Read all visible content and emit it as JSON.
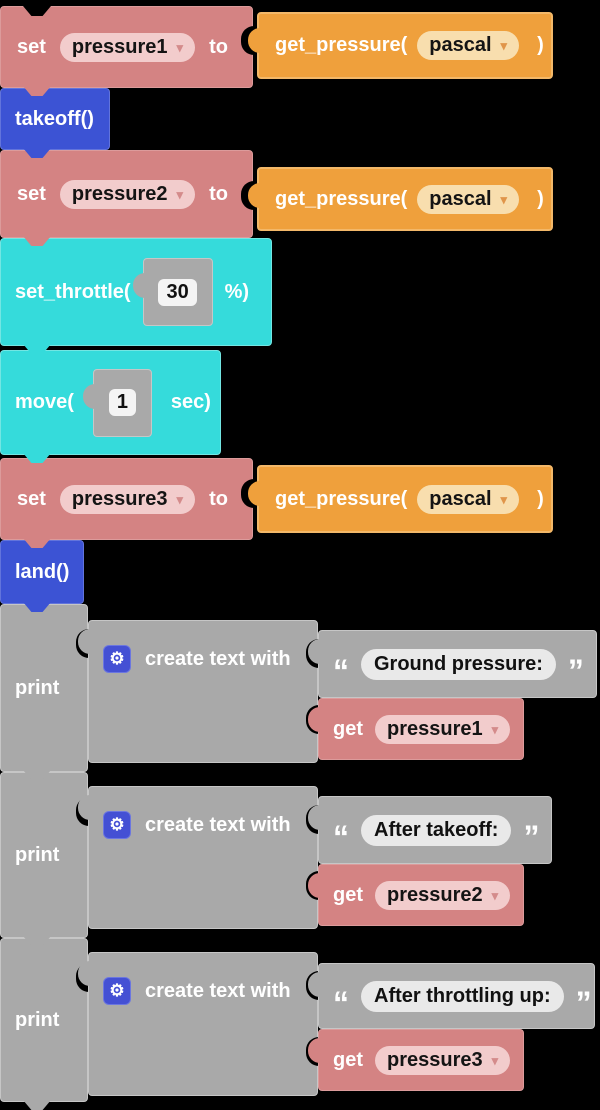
{
  "colors": {
    "variable_pink": "#d48383",
    "function_orange": "#efa03c",
    "drone_blue": "#3c53d4",
    "action_cyan": "#35dbdb",
    "block_gray": "#a9a9a9",
    "gear_tile_blue": "#4450d4",
    "background": "#000000"
  },
  "icons": {
    "gear": "⚙",
    "dropdown_arrow": "▾",
    "quote_open": "“",
    "quote_close": "”"
  },
  "blocks": {
    "set1": {
      "keyword": "set",
      "variable": "pressure1",
      "to": "to"
    },
    "set2": {
      "keyword": "set",
      "variable": "pressure2",
      "to": "to"
    },
    "set3": {
      "keyword": "set",
      "variable": "pressure3",
      "to": "to"
    },
    "get_pressure": {
      "label": "get_pressure(",
      "unit": "pascal",
      "close": ")"
    },
    "takeoff": {
      "label": "takeoff()"
    },
    "land": {
      "label": "land()"
    },
    "set_throttle": {
      "label": "set_throttle(",
      "value": "30",
      "suffix": "%)"
    },
    "move": {
      "label": "move(",
      "value": "1",
      "suffix": "sec)"
    },
    "print": {
      "label": "print"
    },
    "create_text": {
      "label": "create text with"
    },
    "text1": {
      "value": "Ground pressure:"
    },
    "text2": {
      "value": "After takeoff:"
    },
    "text3": {
      "value": "After throttling up:"
    },
    "get1": {
      "keyword": "get",
      "variable": "pressure1"
    },
    "get2": {
      "keyword": "get",
      "variable": "pressure2"
    },
    "get3": {
      "keyword": "get",
      "variable": "pressure3"
    }
  }
}
